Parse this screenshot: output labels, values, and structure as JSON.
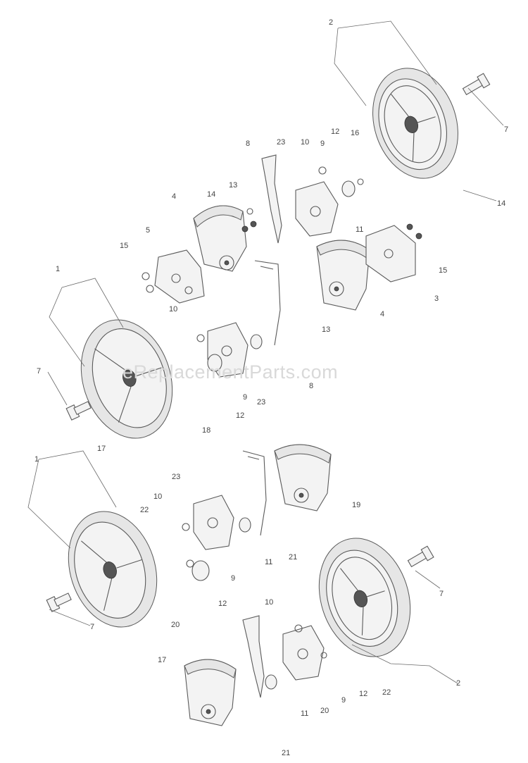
{
  "watermark": "eReplacementParts.com",
  "callouts": {
    "a1": "2",
    "a2": "7",
    "a3": "8",
    "a4": "23",
    "a5": "10",
    "a6": "9",
    "a7": "12",
    "a8": "16",
    "a9": "14",
    "a10": "13",
    "a11": "14",
    "a12": "4",
    "a13": "5",
    "a14": "15",
    "a15": "11",
    "a16": "15",
    "a17": "3",
    "a18": "1",
    "a19": "10",
    "a20": "13",
    "a21": "4",
    "a22": "7",
    "a23": "8",
    "a24": "9",
    "a25": "12",
    "a26": "23",
    "a27": "18",
    "a28": "17",
    "b1": "1",
    "b2": "23",
    "b3": "10",
    "b4": "22",
    "b5": "19",
    "b6": "11",
    "b7": "21",
    "b8": "9",
    "b9": "12",
    "b10": "7",
    "b11": "17",
    "b12": "7",
    "b13": "10",
    "b14": "20",
    "b15": "11",
    "b16": "20",
    "b17": "9",
    "b18": "12",
    "b19": "22",
    "b20": "2",
    "b21": "21"
  }
}
